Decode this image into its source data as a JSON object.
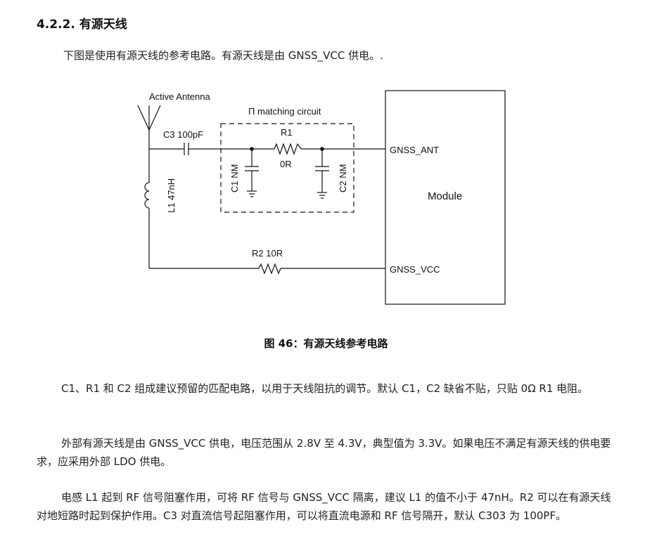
{
  "section": {
    "heading": "4.2.2. 有源天线",
    "intro": "下图是使用有源天线的参考电路。有源天线是由 GNSS_VCC 供电。."
  },
  "diagram": {
    "antenna_label": "Active Antenna",
    "matching_label": "Π matching circuit",
    "c3_label": "C3 100pF",
    "r1_label": "R1",
    "r1_value": "0R",
    "c1_label": "C1 NM",
    "c2_label": "C2 NM",
    "l1_label": "L1 47nH",
    "r2_label": "R2 10R",
    "pin_ant": "GNSS_ANT",
    "pin_vcc": "GNSS_VCC",
    "module_label": "Module"
  },
  "figure": {
    "caption": "图 46：有源天线参考电路"
  },
  "paragraphs": [
    "C1、R1 和 C2 组成建议预留的匹配电路，以用于天线阻抗的调节。默认 C1，C2 缺省不贴，只贴 0Ω R1 电阻。",
    "外部有源天线是由 GNSS_VCC 供电，电压范围从 2.8V 至 4.3V，典型值为 3.3V。如果电压不满足有源天线的供电要求，应采用外部 LDO 供电。",
    "电感 L1 起到 RF 信号阻塞作用，可将 RF 信号与 GNSS_VCC 隔离，建议 L1 的值不小于 47nH。R2 可以在有源天线对地短路时起到保护作用。C3 对直流信号起阻塞作用，可以将直流电源和 RF 信号隔开，默认 C303 为 100PF。"
  ]
}
